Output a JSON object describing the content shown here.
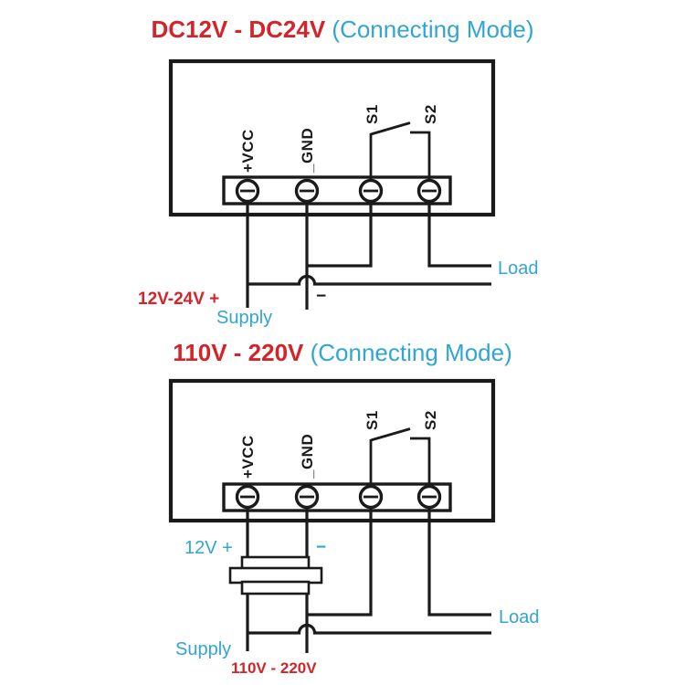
{
  "colors": {
    "red": "#d42329",
    "cyan": "#31a5d3",
    "ink": "#1a1a1a",
    "background": "#ffffff"
  },
  "dc": {
    "title": {
      "voltage": "DC12V - DC24V",
      "mode": " (Connecting Mode)"
    },
    "terminals": {
      "vcc": "+VCC",
      "gnd": "_GND",
      "s1": "S1",
      "s2": "S2"
    },
    "labels": {
      "supply_voltage": "12V-24V +",
      "supply": "Supply",
      "negative": "−",
      "load": "Load"
    }
  },
  "ac": {
    "title": {
      "voltage": "110V - 220V",
      "mode": " (Connecting Mode)"
    },
    "terminals": {
      "vcc": "+VCC",
      "gnd": "_GND",
      "s1": "S1",
      "s2": "S2"
    },
    "labels": {
      "adapter_positive": "12V +",
      "adapter_negative": "−",
      "load": "Load",
      "supply": "Supply",
      "supply_voltage": "110V - 220V"
    }
  }
}
